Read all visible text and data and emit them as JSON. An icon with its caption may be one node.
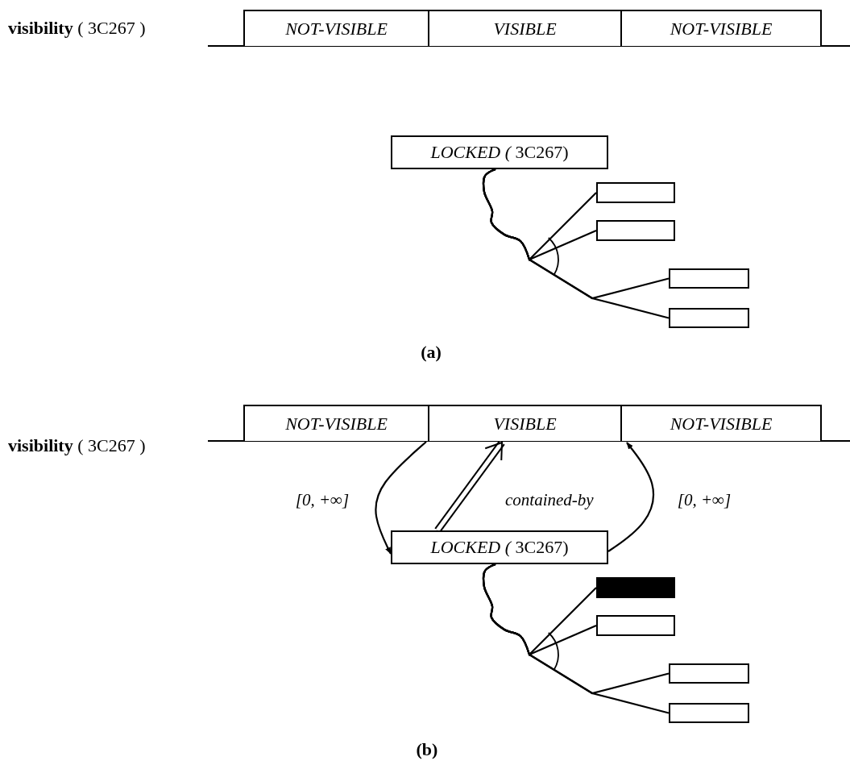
{
  "diagram": {
    "nodes": [
      {
        "text": [
          "NOT-VISIBLE"
        ]
      },
      {
        "text": [
          "VISIBLE"
        ]
      },
      {
        "text": [
          "NOT-VISIBLE"
        ]
      },
      {
        "text": [
          "*LOCKED (* 3C267)"
        ]
      },
      {
        "text": [],
        "shape": "box"
      },
      {
        "text": [],
        "shape": "box"
      },
      {
        "text": [],
        "shape": "box"
      },
      {
        "text": [],
        "shape": "box"
      },
      {
        "text": [
          "NOT-VISIBLE"
        ]
      },
      {
        "text": [
          "VISIBLE"
        ]
      },
      {
        "text": [
          "NOT-VISIBLE"
        ]
      },
      {
        "text": [
          "*LOCKED (* 3C267)"
        ]
      },
      {
        "text": [],
        "shape": "bar"
      },
      {
        "text": [],
        "shape": "box"
      },
      {
        "text": [],
        "shape": "box"
      },
      {
        "text": [],
        "shape": "box"
      }
    ],
    "edges": [
      {
        "from": 3,
        "to": 4,
        "arrow": "none"
      },
      {
        "from": 3,
        "to": 5,
        "arrow": "none"
      },
      {
        "from": 3,
        "to": 6,
        "arrow": "none"
      },
      {
        "from": 3,
        "to": 7,
        "arrow": "none"
      },
      {
        "from": 8,
        "to": 11,
        "arrow": "to",
        "label": "[0, +∞]"
      },
      {
        "from": 11,
        "to": 9,
        "arrow": "to",
        "label": "contained-by",
        "style": "thick"
      },
      {
        "from": 11,
        "to": 10,
        "arrow": "to",
        "label": "[0, +∞]"
      },
      {
        "from": 11,
        "to": 12,
        "arrow": "none"
      },
      {
        "from": 11,
        "to": 13,
        "arrow": "none"
      },
      {
        "from": 11,
        "to": 14,
        "arrow": "none"
      },
      {
        "from": 11,
        "to": 15,
        "arrow": "none"
      }
    ],
    "labels": [
      "**visibility** ( 3C267 )",
      "(a)",
      "**visibility** ( 3C267 )",
      "(b)"
    ]
  }
}
